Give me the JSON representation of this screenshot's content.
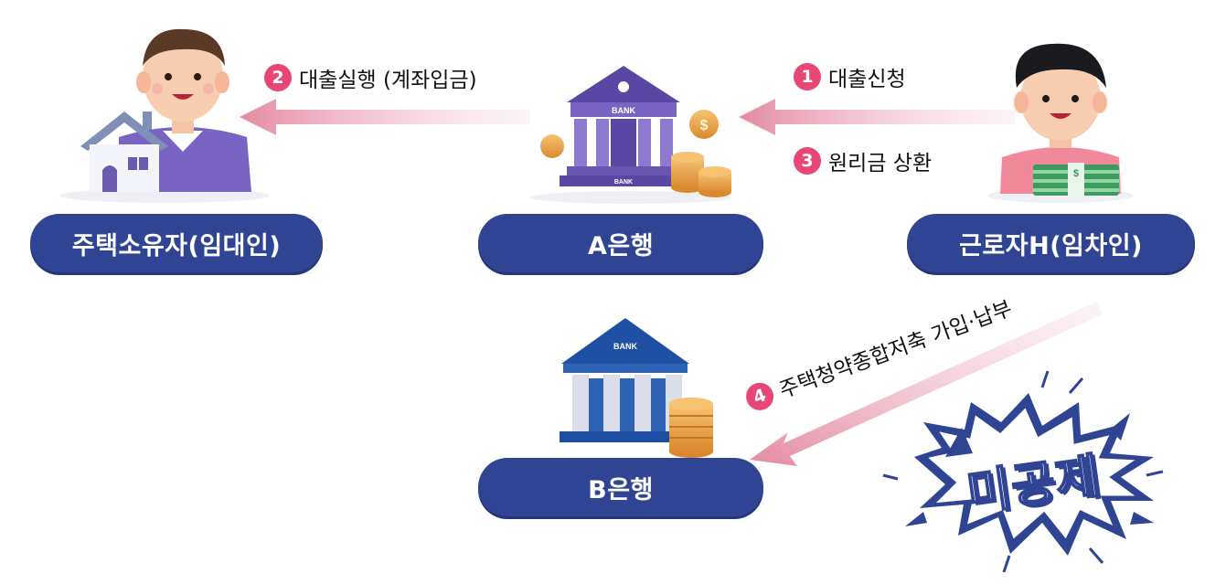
{
  "nodes": {
    "owner": "주택소유자(임대인)",
    "bank_a": "A은행",
    "worker": "근로자H(임차인)",
    "bank_b": "B은행"
  },
  "steps": [
    {
      "num": "1",
      "label": "대출신청"
    },
    {
      "num": "2",
      "label": "대출실행 (계좌입금)"
    },
    {
      "num": "3",
      "label": "원리금 상환"
    },
    {
      "num": "4",
      "label": "주택청약종합저축 가입·납부"
    }
  ],
  "bank_sign": "BANK",
  "burst_label": "미공제",
  "colors": {
    "pill": "#2f4594",
    "step_badge": "#e84675",
    "arrow": "#e8a3b6",
    "bank_a": "#6a55b0",
    "bank_b": "#2d62b5",
    "burst_stroke": "#2f4594"
  }
}
